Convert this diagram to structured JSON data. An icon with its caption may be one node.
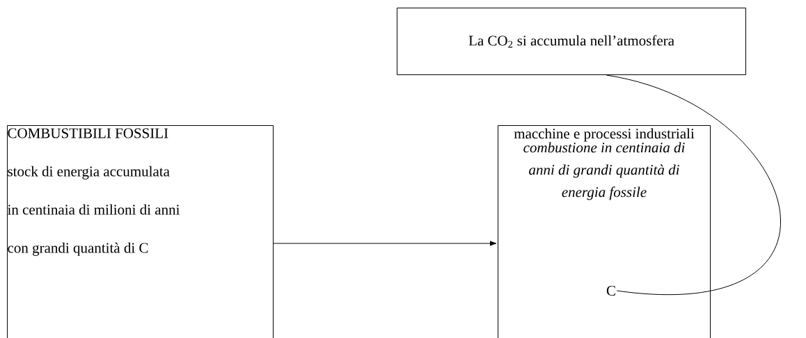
{
  "diagram": {
    "nodes": [
      {
        "text": [
          "La CO$_{2}$ si accumula nell’atmosfera"
        ]
      },
      {
        "text": [
          "COMBUSTIBILI FOSSILI",
          "stock di energia accumulata",
          "in centinaia di milioni di anni",
          "con grandi quantità di  C"
        ]
      },
      {
        "text": [
          "macchine e processi industriali",
          "combustione in centinaia di anni di grandi quantità di energia fossile"
        ]
      },
      {
        "text": [
          "C"
        ],
        "in": 2
      }
    ],
    "edges": [
      {
        "from": 1,
        "to": 2,
        "arrow": "to"
      },
      {
        "from": 3,
        "to": 0,
        "arrow": "none"
      }
    ]
  }
}
